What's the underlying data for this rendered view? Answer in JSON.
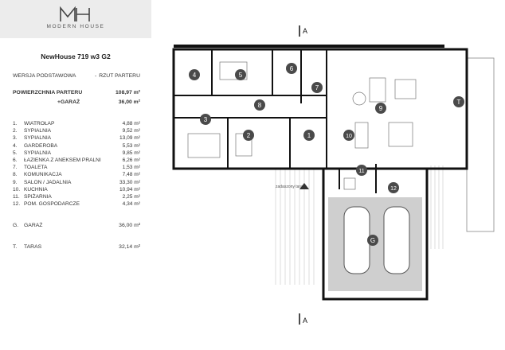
{
  "brand": {
    "name": "MODERN HOUSE",
    "logo_icon": "mh-monogram-icon"
  },
  "project": {
    "title": "NewHouse 719 w3 G2",
    "variant_label": "WERSJA PODSTAWOWA",
    "separator": "-",
    "floor_label": "RZUT PARTERU",
    "ground_area_label": "POWIERZCHNIA PARTERU",
    "ground_area_value": "108,97 m²",
    "garage_plus_label": "+GARAŻ",
    "garage_plus_value": "36,00 m²"
  },
  "rooms": [
    {
      "num": "1.",
      "name": "WIATROŁAP",
      "area": "4,88 m²"
    },
    {
      "num": "2.",
      "name": "SYPIALNIA",
      "area": "9,52 m²"
    },
    {
      "num": "3.",
      "name": "SYPIALNIA",
      "area": "13,09 m²"
    },
    {
      "num": "4.",
      "name": "GARDEROBA",
      "area": "5,53 m²"
    },
    {
      "num": "5.",
      "name": "SYPIALNIA",
      "area": "9,85 m²"
    },
    {
      "num": "6.",
      "name": "ŁAZIENKA Z ANEKSEM PRALNI",
      "area": "6,26 m²"
    },
    {
      "num": "7.",
      "name": "TOALETA",
      "area": "1,53 m²"
    },
    {
      "num": "8.",
      "name": "KOMUNIKACJA",
      "area": "7,48 m²"
    },
    {
      "num": "9.",
      "name": "SALON / JADALNIA",
      "area": "33,30 m²"
    },
    {
      "num": "10.",
      "name": "KUCHNIA",
      "area": "10,94 m²"
    },
    {
      "num": "11.",
      "name": "SPIŻARNIA",
      "area": "2,25 m²"
    },
    {
      "num": "12.",
      "name": "POM. GOSPODARCZE",
      "area": "4,34 m²"
    }
  ],
  "garage": {
    "num": "G.",
    "name": "GARAŻ",
    "area": "36,00 m²"
  },
  "terrace": {
    "num": "T.",
    "name": "TARAS",
    "area": "32,14 m²"
  },
  "plan": {
    "section_mark": "A",
    "entrance_label": "zadaszony taras",
    "room_markers": [
      "1",
      "2",
      "3",
      "4",
      "5",
      "6",
      "7",
      "8",
      "9",
      "10",
      "11",
      "12",
      "G",
      "T"
    ],
    "colors": {
      "wall": "#111111",
      "marker": "#4a4a4a",
      "garage_floor": "#cfcfcf",
      "line": "#9a9a9a"
    }
  }
}
